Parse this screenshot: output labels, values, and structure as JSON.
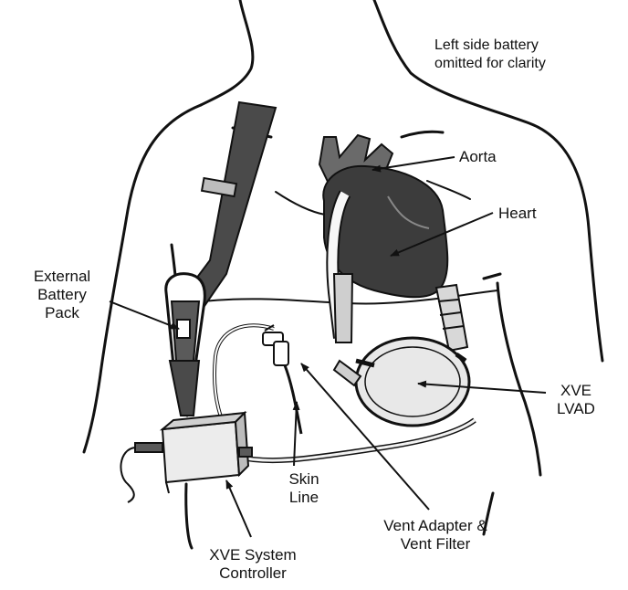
{
  "note": {
    "line1": "Left side battery",
    "line2": "omitted for clarity"
  },
  "labels": {
    "aorta": "Aorta",
    "heart": "Heart",
    "external_battery": {
      "line1": "External",
      "line2": "Battery",
      "line3": "Pack"
    },
    "lvad": {
      "line1": "XVE",
      "line2": "LVAD"
    },
    "skin_line": {
      "line1": "Skin",
      "line2": "Line"
    },
    "vent": {
      "line1": "Vent Adapter &",
      "line2": "Vent Filter"
    },
    "controller": {
      "line1": "XVE System",
      "line2": "Controller"
    }
  },
  "colors": {
    "outline": "#111111",
    "strap": "#4a4a4a",
    "heart": "#3c3c3c",
    "device_fill": "#e8e8e8"
  }
}
